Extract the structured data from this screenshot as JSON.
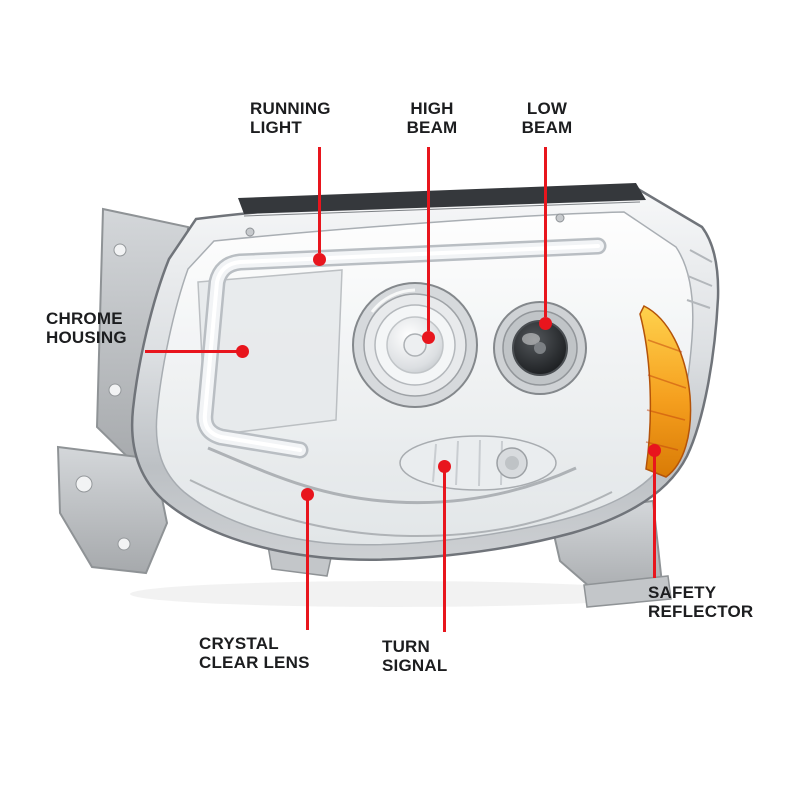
{
  "colors": {
    "accent_red": "#e8151d",
    "amber": "#f59f1e",
    "chrome_light": "#e9ebed",
    "chrome_dark": "#8d9194",
    "label_text": "#1c1d1f",
    "background": "#ffffff"
  },
  "callouts": {
    "running_light": {
      "label": "RUNNING\nLIGHT"
    },
    "high_beam": {
      "label": "HIGH\nBEAM"
    },
    "low_beam": {
      "label": "LOW\nBEAM"
    },
    "chrome_housing": {
      "label": "CHROME\nHOUSING"
    },
    "crystal_clear_lens": {
      "label": "CRYSTAL\nCLEAR LENS"
    },
    "turn_signal": {
      "label": "TURN\nSIGNAL"
    },
    "safety_reflector": {
      "label": "SAFETY\nREFLECTOR"
    }
  }
}
